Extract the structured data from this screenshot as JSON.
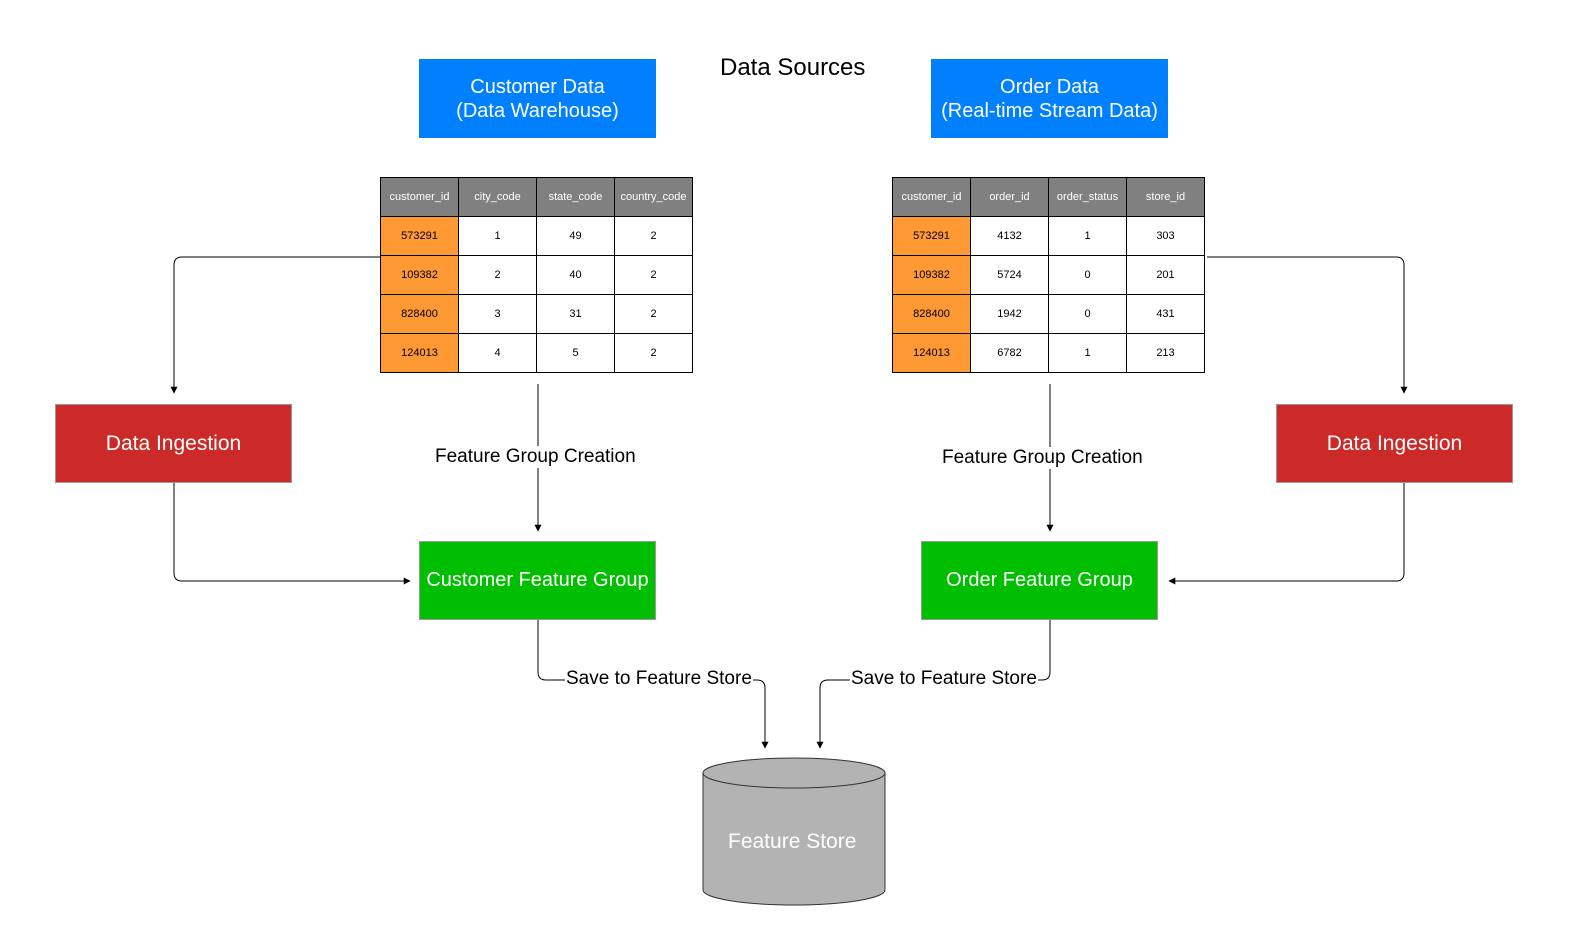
{
  "title": "Data Sources",
  "sources": {
    "customer": {
      "line1": "Customer Data",
      "line2": "(Data Warehouse)"
    },
    "order": {
      "line1": "Order Data",
      "line2": "(Real-time Stream Data)"
    }
  },
  "customer_table": {
    "headers": [
      "customer_id",
      "city_code",
      "state_code",
      "country_code"
    ],
    "rows": [
      [
        "573291",
        "1",
        "49",
        "2"
      ],
      [
        "109382",
        "2",
        "40",
        "2"
      ],
      [
        "828400",
        "3",
        "31",
        "2"
      ],
      [
        "124013",
        "4",
        "5",
        "2"
      ]
    ]
  },
  "order_table": {
    "headers": [
      "customer_id",
      "order_id",
      "order_status",
      "store_id"
    ],
    "rows": [
      [
        "573291",
        "4132",
        "1",
        "303"
      ],
      [
        "109382",
        "5724",
        "0",
        "201"
      ],
      [
        "828400",
        "1942",
        "0",
        "431"
      ],
      [
        "124013",
        "6782",
        "1",
        "213"
      ]
    ]
  },
  "ingestion": {
    "left": "Data Ingestion",
    "right": "Data Ingestion"
  },
  "feature_group_creation": {
    "left": "Feature Group Creation",
    "right": "Feature Group Creation"
  },
  "feature_groups": {
    "customer": "Customer Feature Group",
    "order": "Order Feature Group"
  },
  "save_labels": {
    "left": "Save to Feature Store",
    "right": "Save to Feature Store"
  },
  "feature_store": "Feature Store",
  "colors": {
    "source": "#0080FF",
    "ingestion": "#CC2929",
    "feature_group": "#00BF00",
    "table_header": "#808080",
    "key_cell": "#FF9933",
    "store": "#B3B3B3"
  }
}
